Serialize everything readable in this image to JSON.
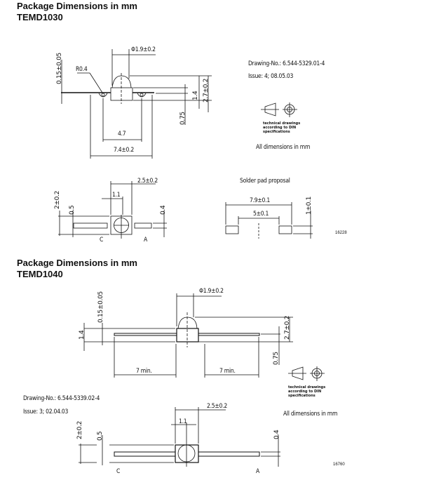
{
  "section1": {
    "title": "Package Dimensions in mm",
    "part": "TEMD1030",
    "dims": {
      "dia": "Φ1.9±0.2",
      "radius": "R0.4",
      "thick": "0.15±0.05",
      "d47": "4.7",
      "d74": "7.4±0.2",
      "d075": "0.75",
      "d14": "1.4",
      "d27": "2.7±0.2",
      "d25": "2.5±0.2",
      "d11": "1.1",
      "d2": "2±0.2",
      "d05": "0.5",
      "d04": "0.4",
      "cathode": "C",
      "anode": "A"
    },
    "drawing_no": "Drawing-No.: 6.544-5329.01-4",
    "issue": "Issue: 4;   08.05.03",
    "din_note": [
      "technical drawings",
      "according to DIN",
      "specifications"
    ],
    "all_dims": "All dimensions in mm",
    "solder": {
      "title": "Solder pad proposal",
      "d79": "7.9±0.1",
      "d5": "5±0.1",
      "d1": "1±0.1"
    },
    "fig_no": "16228"
  },
  "section2": {
    "title": "Package Dimensions in mm",
    "part": "TEMD1040",
    "dims": {
      "dia": "Φ1.9±0.2",
      "thick": "0.15±0.05",
      "d14": "1.4",
      "d27": "2.7±0.2",
      "d075": "0.75",
      "min1": "7 min.",
      "min2": "7 min.",
      "d25": "2.5±0.2",
      "d11": "1.1",
      "d2": "2±0.2",
      "d05": "0.5",
      "d04": "0.4",
      "cathode": "C",
      "anode": "A"
    },
    "drawing_no": "Drawing-No.: 6.544-5339.02-4",
    "issue": "Issue: 3;  02.04.03",
    "din_note": [
      "technical drawings",
      "according to DIN",
      "specifications"
    ],
    "all_dims": "All dimensions in mm",
    "fig_no": "16760"
  }
}
